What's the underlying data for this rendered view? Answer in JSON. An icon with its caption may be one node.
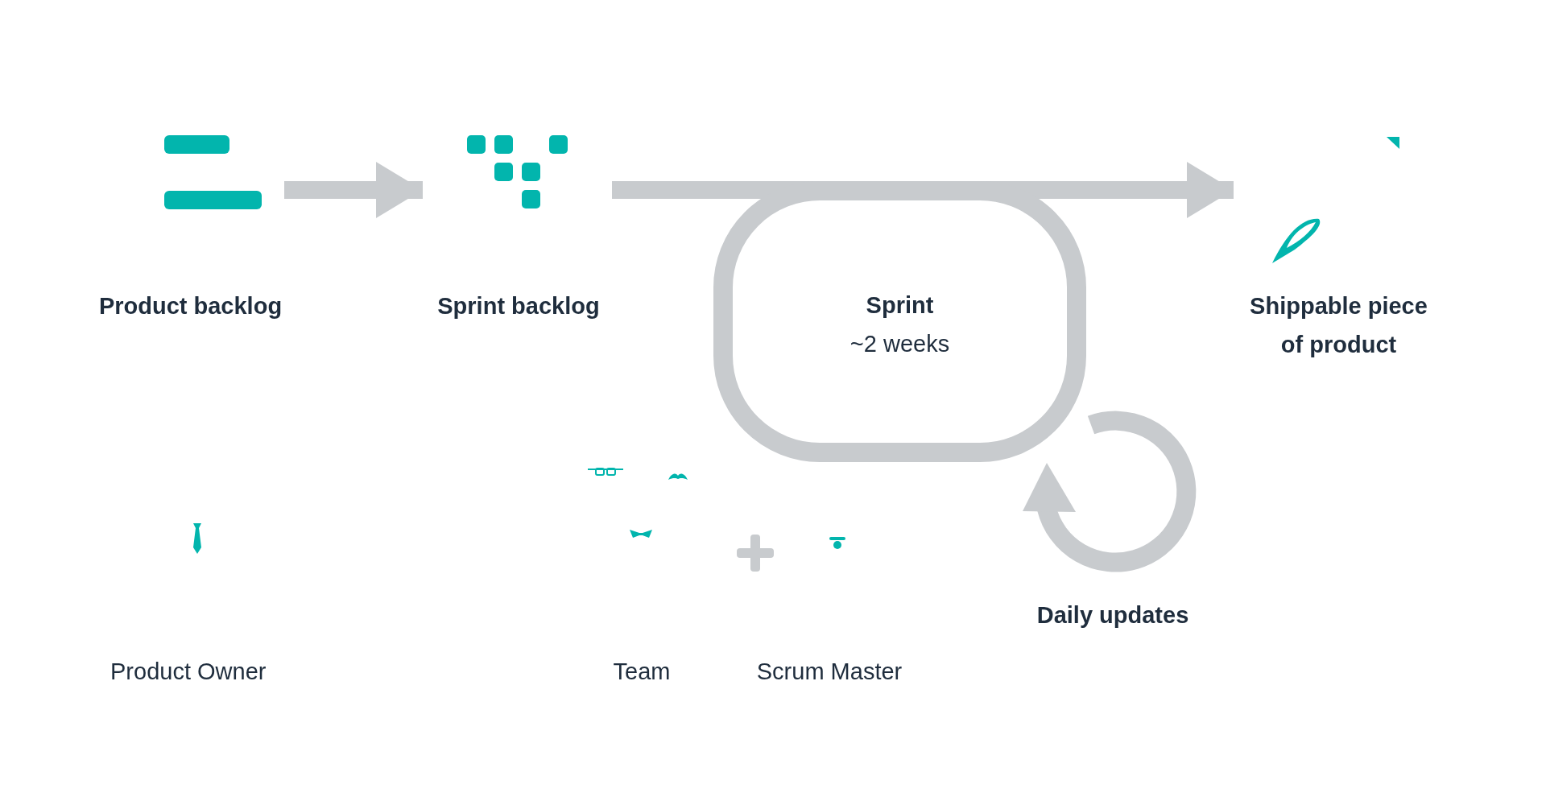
{
  "diagram": {
    "nodes": [
      {
        "text": [
          "Product backlog"
        ]
      },
      {
        "text": [
          "Sprint backlog"
        ]
      },
      {
        "text": [
          "Sprint",
          "~2 weeks"
        ]
      },
      {
        "text": [
          "Shippable piece of product"
        ]
      }
    ],
    "edges": [
      {
        "from": 0,
        "to": 1,
        "arrow": "to"
      },
      {
        "from": 1,
        "to": 3,
        "arrow": "to"
      }
    ],
    "labels": [
      "Daily updates",
      "Product Owner",
      "Team",
      "Scrum Master"
    ]
  }
}
